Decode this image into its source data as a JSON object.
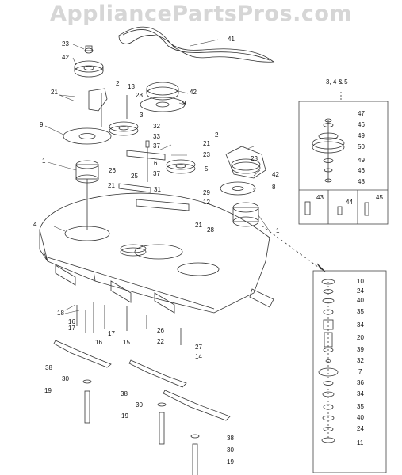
{
  "watermark": "AppliancePartsPros.com",
  "inset_header": "3, 4 & 5",
  "callouts": {
    "c41": "41",
    "c23a": "23",
    "c42a": "42",
    "c21a": "21",
    "c2a": "2",
    "c13": "13",
    "c28a": "28",
    "c42b": "42",
    "c9a": "9",
    "c3": "3",
    "c32a": "32",
    "c33": "33",
    "c37a": "37",
    "c9b": "9",
    "c21b": "21",
    "c23b": "23",
    "c2b": "2",
    "c23c": "23",
    "c1a": "1",
    "c6": "6",
    "c26a": "26",
    "c25": "25",
    "c37b": "37",
    "c5": "5",
    "c42c": "42",
    "c21c": "21",
    "c31": "31",
    "c8": "8",
    "c29": "29",
    "c12": "12",
    "c4": "4",
    "c21d": "21",
    "c28b": "28",
    "c1b": "1",
    "c18": "18",
    "c16a": "16",
    "c17a": "17",
    "c16b": "16",
    "c17b": "17",
    "c15": "15",
    "c26b": "26",
    "c22": "22",
    "c27": "27",
    "c14": "14",
    "c38a": "38",
    "c30a": "30",
    "c19a": "19",
    "c38b": "38",
    "c30b": "30",
    "c19b": "19",
    "c38c": "38",
    "c30c": "30",
    "c19c": "19",
    "i47": "47",
    "i46a": "46",
    "i49a": "49",
    "i50": "50",
    "i49b": "49",
    "i46b": "46",
    "i48": "48",
    "i43": "43",
    "i44": "44",
    "i45": "45",
    "s10": "10",
    "s24a": "24",
    "s40a": "40",
    "s35a": "35",
    "s34a": "34",
    "s20": "20",
    "s39": "39",
    "s32": "32",
    "s7": "7",
    "s36": "36",
    "s34b": "34",
    "s35b": "35",
    "s40b": "40",
    "s24b": "24",
    "s11": "11"
  },
  "colors": {
    "ink": "#111111",
    "line": "#333333",
    "watermark": "#d6d6d6",
    "background": "#ffffff"
  }
}
